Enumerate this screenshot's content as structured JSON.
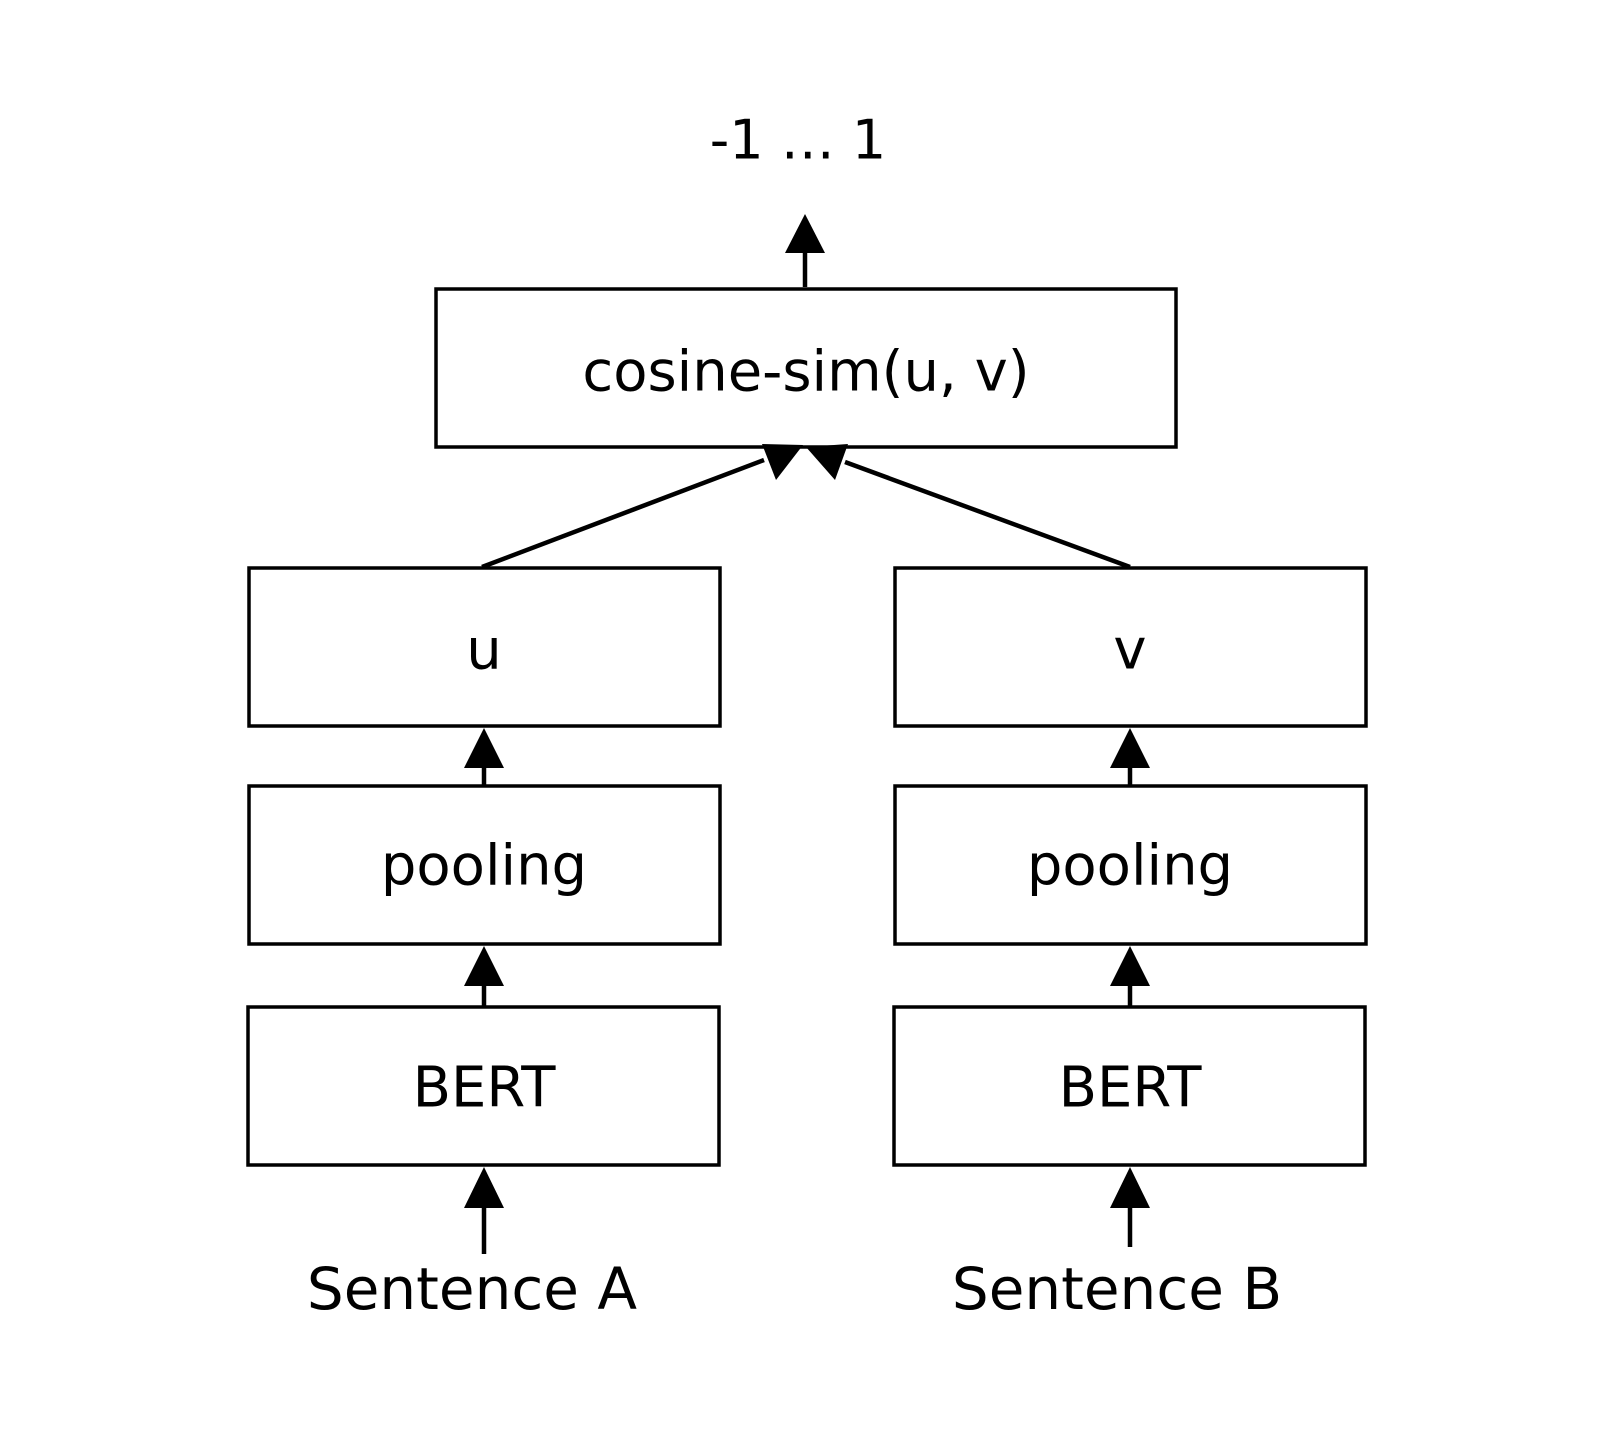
{
  "output": {
    "label": "-1 … 1"
  },
  "top": {
    "label": "cosine-sim(u, v)"
  },
  "branches": [
    {
      "embedding": "u",
      "pooling": "pooling",
      "encoder": "BERT",
      "input": "Sentence A"
    },
    {
      "embedding": "v",
      "pooling": "pooling",
      "encoder": "BERT",
      "input": "Sentence B"
    }
  ]
}
